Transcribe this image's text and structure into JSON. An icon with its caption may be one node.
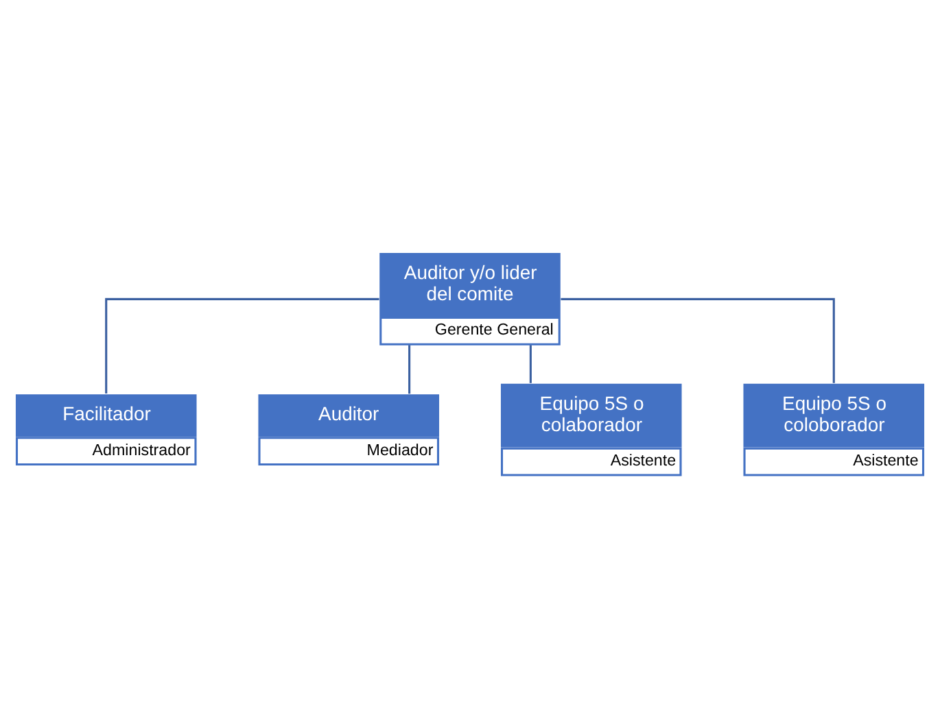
{
  "diagram": {
    "nodes": [
      {
        "text": [
          "Auditor y/o lider del comite",
          "Gerente General"
        ]
      },
      {
        "text": [
          "Facilitador",
          "Administrador"
        ]
      },
      {
        "text": [
          "Auditor",
          "Mediador"
        ]
      },
      {
        "text": [
          "Equipo 5S o colaborador",
          "Asistente"
        ]
      },
      {
        "text": [
          "Equipo 5S o coloborador",
          "Asistente"
        ]
      }
    ],
    "edges": [
      {
        "from": 0,
        "to": 1,
        "arrow": "none"
      },
      {
        "from": 0,
        "to": 2,
        "arrow": "none"
      },
      {
        "from": 0,
        "to": 3,
        "arrow": "none"
      },
      {
        "from": 0,
        "to": 4,
        "arrow": "none"
      }
    ]
  }
}
